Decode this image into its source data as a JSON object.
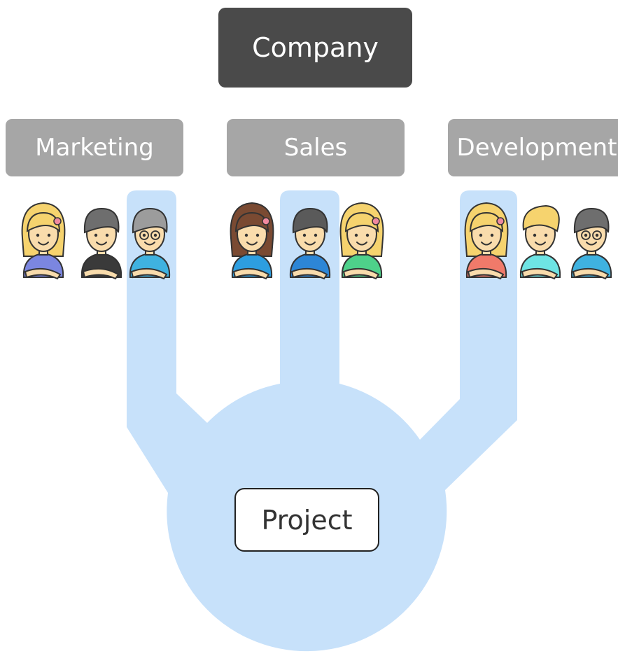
{
  "colors": {
    "company_bg": "#4a4a4a",
    "company_text": "#ffffff",
    "department_bg": "#a6a6a6",
    "department_text": "#ffffff",
    "project_highlight": "#c7e1fa",
    "project_text": "#333333",
    "outline": "#333333",
    "skin": "#f9dcac"
  },
  "company": {
    "label": "Company"
  },
  "departments": [
    {
      "key": "marketing",
      "label": "Marketing"
    },
    {
      "key": "sales",
      "label": "Sales"
    },
    {
      "key": "development",
      "label": "Development"
    }
  ],
  "project": {
    "label": "Project"
  },
  "people": [
    {
      "dept": "marketing",
      "hair": "blonde-long",
      "hair_color": "#f6d36e",
      "shirt_color": "#7b86e0",
      "accessory": "flower",
      "on_project": false
    },
    {
      "dept": "marketing",
      "hair": "short",
      "hair_color": "#6e6e6e",
      "shirt_color": "#3a3a3a",
      "accessory": "none",
      "on_project": false
    },
    {
      "dept": "marketing",
      "hair": "short-glasses",
      "hair_color": "#9c9c9c",
      "shirt_color": "#3fb2e0",
      "accessory": "glasses",
      "on_project": true
    },
    {
      "dept": "sales",
      "hair": "brown-long",
      "hair_color": "#7a4a32",
      "shirt_color": "#2d9ee0",
      "accessory": "flower",
      "on_project": false
    },
    {
      "dept": "sales",
      "hair": "short",
      "hair_color": "#5a5a5a",
      "shirt_color": "#2d86d6",
      "accessory": "none",
      "on_project": true
    },
    {
      "dept": "sales",
      "hair": "blonde-long",
      "hair_color": "#f6d36e",
      "shirt_color": "#4ed18a",
      "accessory": "flower",
      "on_project": false
    },
    {
      "dept": "development",
      "hair": "blonde-long",
      "hair_color": "#f6d36e",
      "shirt_color": "#f07a6a",
      "accessory": "flower",
      "on_project": true
    },
    {
      "dept": "development",
      "hair": "blonde-quiff",
      "hair_color": "#f6d36e",
      "shirt_color": "#6ee4e4",
      "accessory": "none",
      "on_project": false
    },
    {
      "dept": "development",
      "hair": "short-glasses",
      "hair_color": "#6e6e6e",
      "shirt_color": "#3fb2e0",
      "accessory": "glasses",
      "on_project": false
    }
  ]
}
